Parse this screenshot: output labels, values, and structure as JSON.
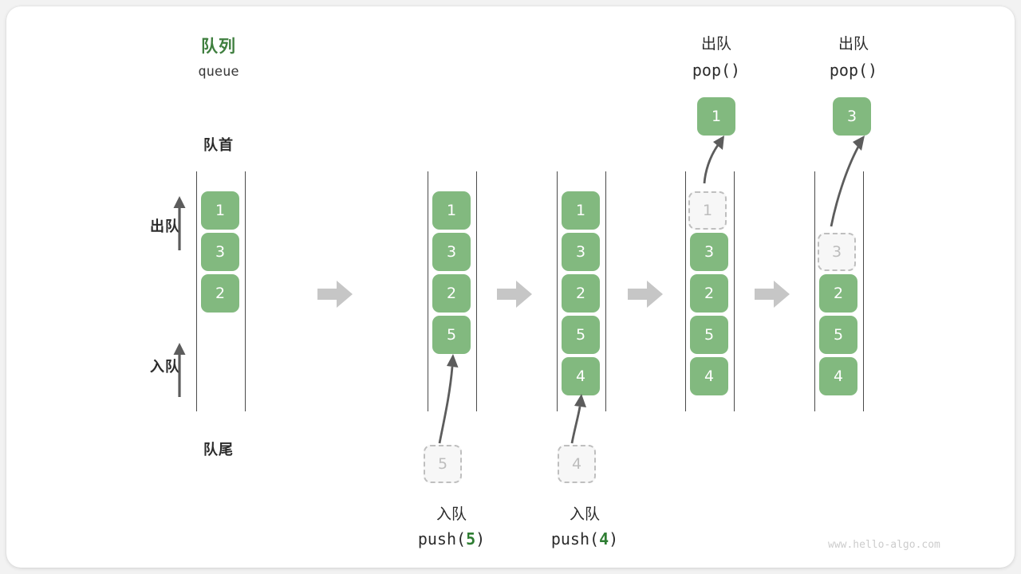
{
  "canvas": {
    "background": "#f2f2f2",
    "card_background": "#ffffff",
    "accent_green": "#82b97f",
    "title_green": "#3f7f3f",
    "ghost_gray": "#bfbfbf",
    "step_arrow_gray": "#c6c6c6",
    "rail_gray": "#4a4a4a"
  },
  "header": {
    "title_cn": "队列",
    "title_en": "queue"
  },
  "labels": {
    "front": "队首",
    "rear": "队尾",
    "dequeue": "出队",
    "enqueue": "入队"
  },
  "operations": {
    "push5": {
      "cn": "入队",
      "fn": "push(",
      "arg": "5",
      "close": ")"
    },
    "push4": {
      "cn": "入队",
      "fn": "push(",
      "arg": "4",
      "close": ")"
    },
    "pop1": {
      "cn": "出队",
      "code": "pop()"
    },
    "pop2": {
      "cn": "出队",
      "code": "pop()"
    }
  },
  "columns": [
    {
      "id": "initial",
      "name": "initial-queue",
      "items": [
        {
          "value": "1",
          "state": "filled"
        },
        {
          "value": "3",
          "state": "filled"
        },
        {
          "value": "2",
          "state": "filled"
        }
      ]
    },
    {
      "id": "after-push-5",
      "name": "queue-after-push-5",
      "items": [
        {
          "value": "1",
          "state": "filled"
        },
        {
          "value": "3",
          "state": "filled"
        },
        {
          "value": "2",
          "state": "filled"
        },
        {
          "value": "5",
          "state": "filled"
        }
      ],
      "incoming": {
        "value": "5",
        "state": "ghost"
      }
    },
    {
      "id": "after-push-4",
      "name": "queue-after-push-4",
      "items": [
        {
          "value": "1",
          "state": "filled"
        },
        {
          "value": "3",
          "state": "filled"
        },
        {
          "value": "2",
          "state": "filled"
        },
        {
          "value": "5",
          "state": "filled"
        },
        {
          "value": "4",
          "state": "filled"
        }
      ],
      "incoming": {
        "value": "4",
        "state": "ghost"
      }
    },
    {
      "id": "after-pop-1",
      "name": "queue-after-pop-1",
      "items": [
        {
          "value": "1",
          "state": "ghost"
        },
        {
          "value": "3",
          "state": "filled"
        },
        {
          "value": "2",
          "state": "filled"
        },
        {
          "value": "5",
          "state": "filled"
        },
        {
          "value": "4",
          "state": "filled"
        }
      ],
      "popped": {
        "value": "1",
        "state": "filled"
      }
    },
    {
      "id": "after-pop-3",
      "name": "queue-after-pop-3",
      "items": [
        {
          "value": "",
          "state": "empty"
        },
        {
          "value": "3",
          "state": "ghost"
        },
        {
          "value": "2",
          "state": "filled"
        },
        {
          "value": "5",
          "state": "filled"
        },
        {
          "value": "4",
          "state": "filled"
        }
      ],
      "popped": {
        "value": "3",
        "state": "filled"
      }
    }
  ],
  "footer": {
    "watermark": "www.hello-algo.com"
  }
}
